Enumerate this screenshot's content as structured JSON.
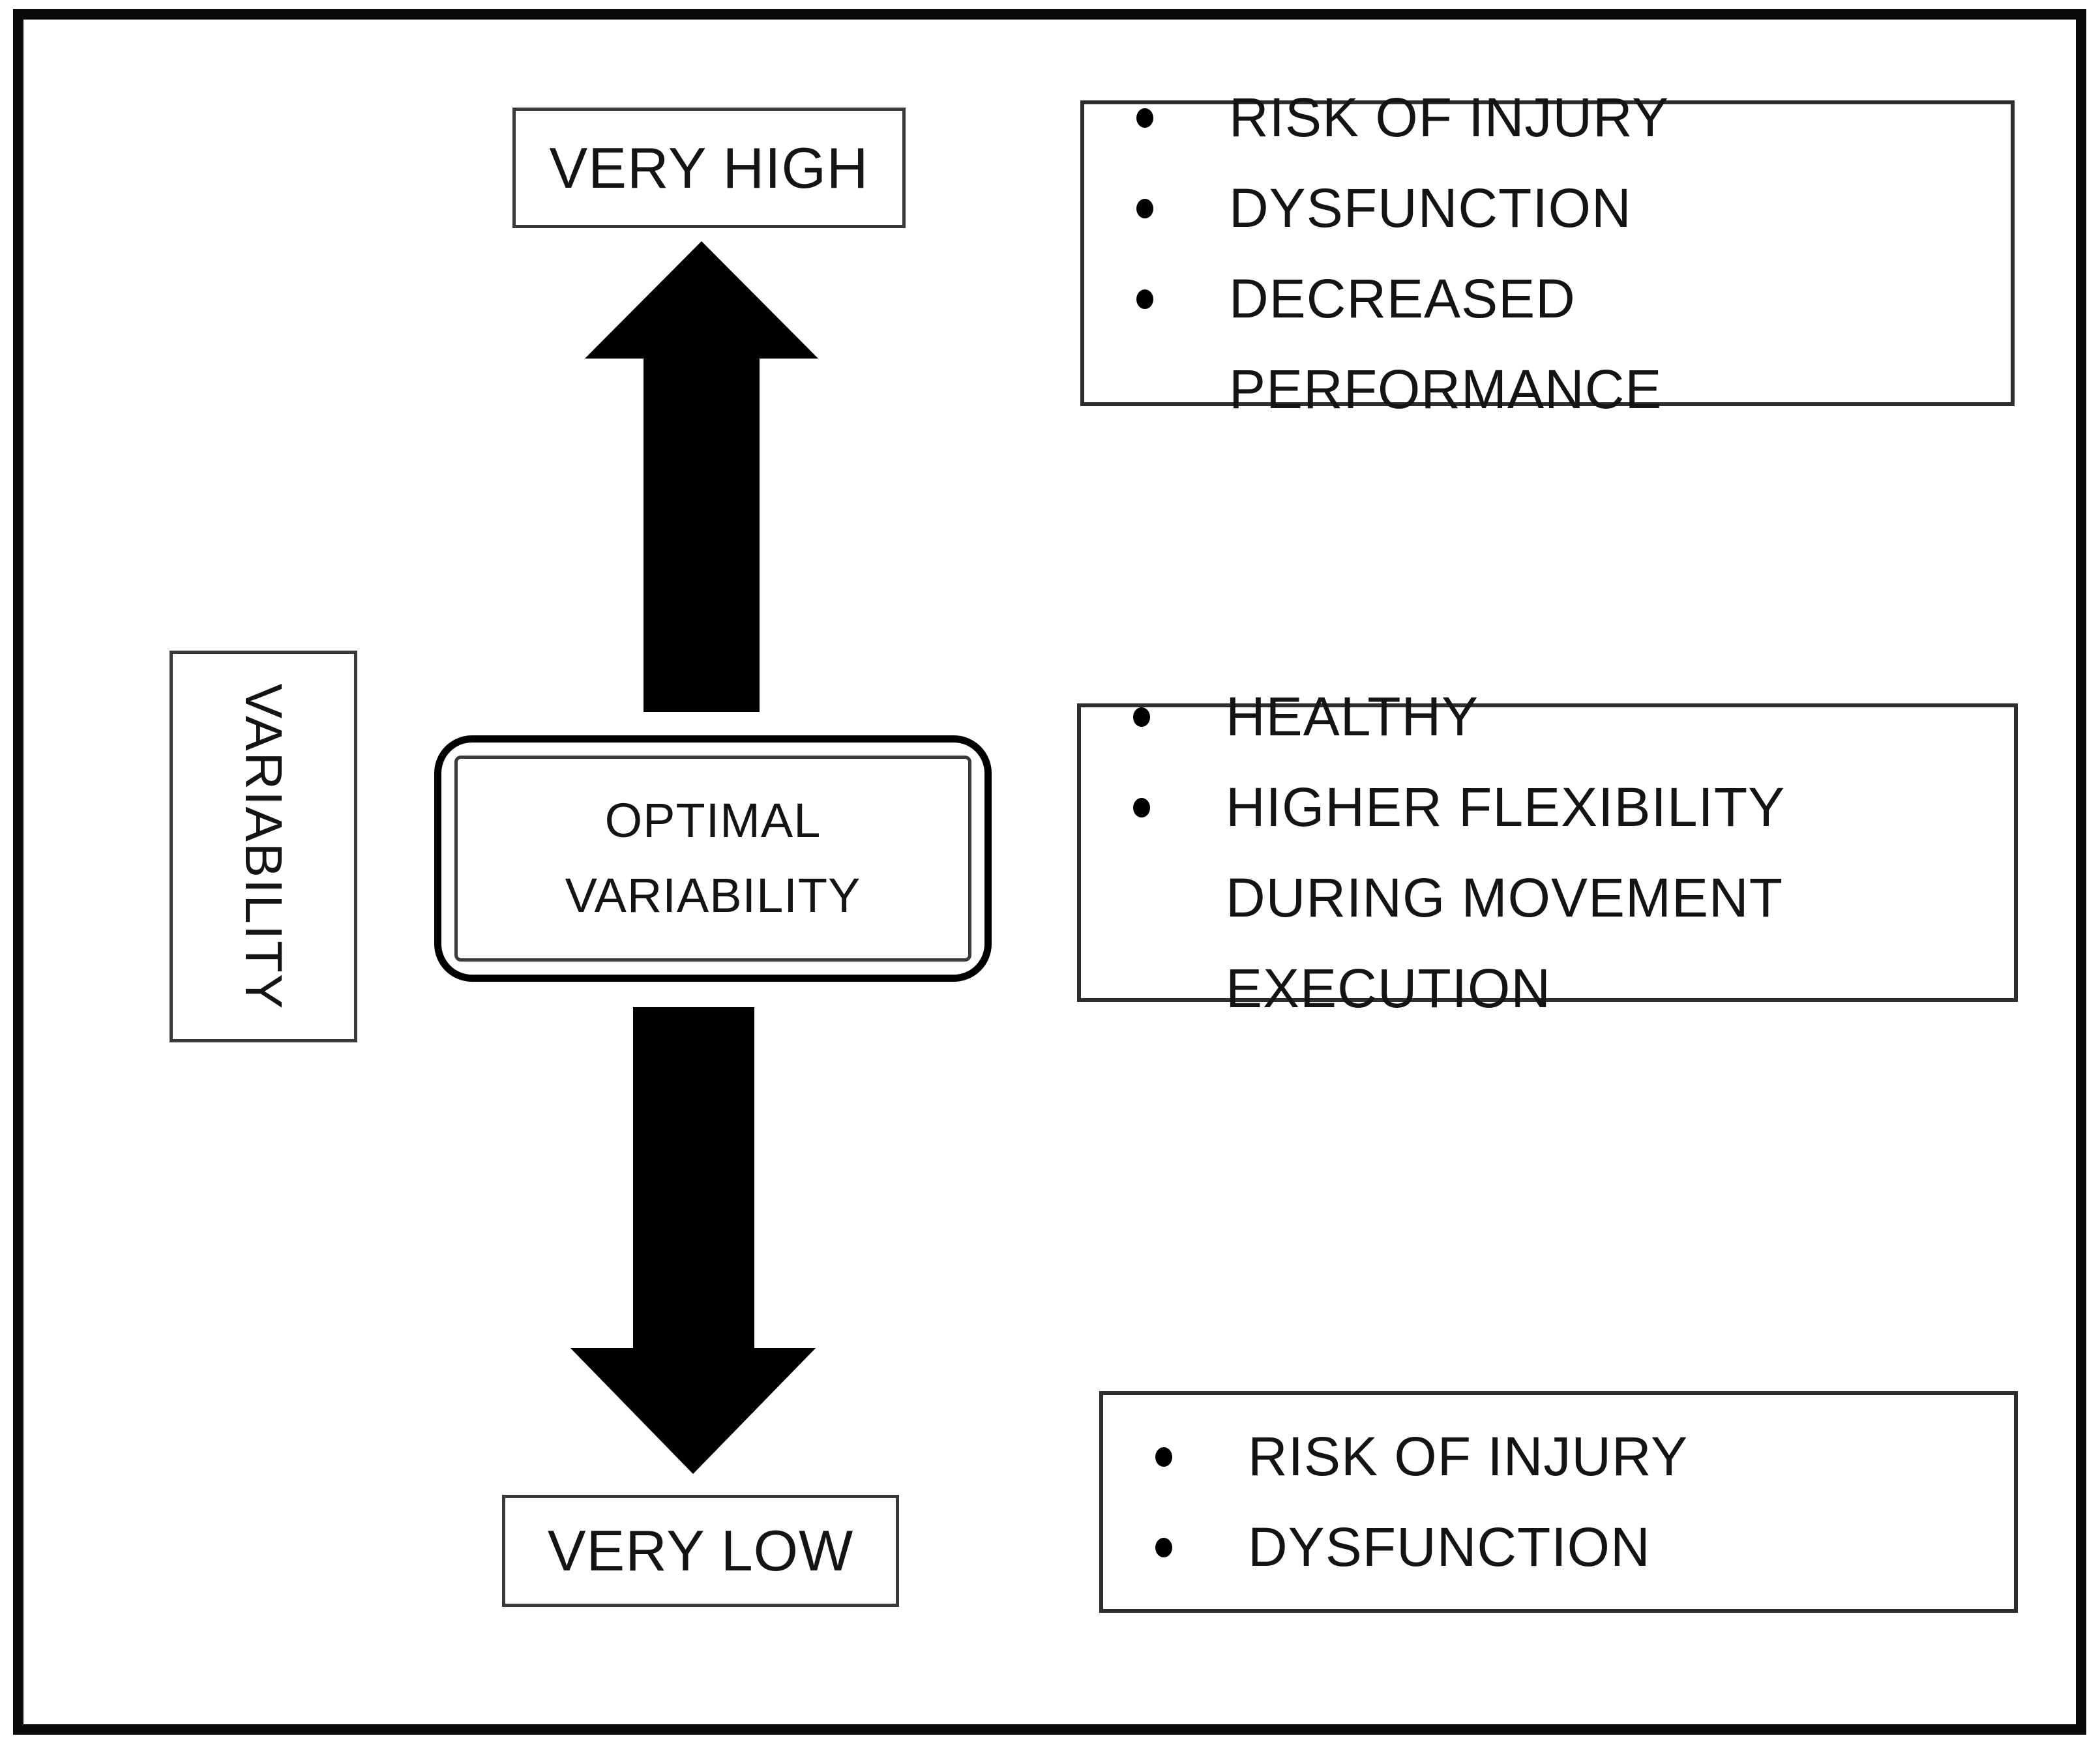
{
  "figure": {
    "axis_label": "VARIABILITY",
    "levels": {
      "very_high": "VERY HIGH",
      "optimal": "OPTIMAL VARIABILITY",
      "very_low": "VERY LOW"
    },
    "outcomes": {
      "very_high": {
        "items": [
          "RISK OF INJURY",
          "DYSFUNCTION",
          "DECREASED PERFORMANCE"
        ]
      },
      "optimal": {
        "items": [
          "HEALTHY",
          "HIGHER FLEXIBILITY DURING MOVEMENT EXECUTION"
        ]
      },
      "very_low": {
        "items": [
          "RISK OF INJURY",
          "DYSFUNCTION"
        ]
      }
    },
    "icons": {
      "up_arrow": "up-arrow",
      "down_arrow": "down-arrow",
      "bullet": "bullet-dot"
    },
    "colors": {
      "arrow": "#000000",
      "frame_border": "#0a0a0a",
      "box_border": "#3a3a3a",
      "text": "#141414",
      "background": "#ffffff"
    }
  }
}
